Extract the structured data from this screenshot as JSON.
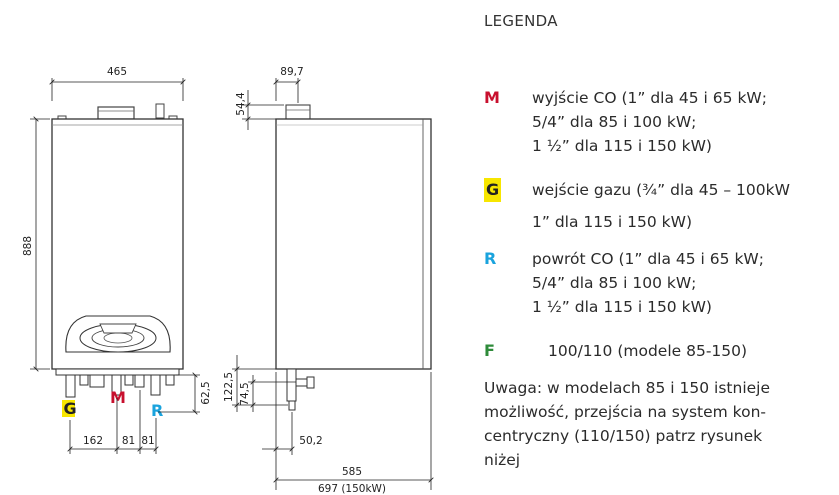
{
  "colors": {
    "m": "#c8102e",
    "g_bg": "#f7e600",
    "r": "#1aa3dd",
    "f": "#2e8b3a",
    "text": "#2b2b2b"
  },
  "front": {
    "width": "465",
    "height": "888",
    "bottom_dims": [
      "162",
      "81",
      "81"
    ],
    "right_dim": "62,5",
    "tags": {
      "g": "G",
      "m": "M",
      "r": "R"
    }
  },
  "side": {
    "top_offset": "89,7",
    "top_height": "54,4",
    "h1": "122,5",
    "h2": "74,5",
    "offset": "50,2",
    "depth": "585",
    "depth_150": "697 (150kW)"
  },
  "legend": {
    "title": "LEGENDA",
    "items": [
      {
        "key": "M",
        "lines": [
          "wyjście CO (1” dla 45 i 65 kW;",
          "5/4” dla 85 i 100 kW;",
          "1 ½” dla 115 i 150 kW)"
        ]
      },
      {
        "key": "G",
        "lines": [
          "wejście gazu (¾” dla 45 – 100kW",
          "1” dla 115 i 150 kW)"
        ]
      },
      {
        "key": "R",
        "lines": [
          "powrót CO (1” dla 45 i 65 kW;",
          "5/4” dla 85 i 100 kW;",
          "1 ½” dla 115 i 150 kW)"
        ]
      },
      {
        "key": "F",
        "lines": [
          "100/110 (modele 85-150)"
        ]
      }
    ],
    "note": [
      "Uwaga: w modelach 85 i 150 istnieje",
      "możliwość, przejścia na system kon-",
      "centryczny  (110/150) patrz rysunek",
      "niżej"
    ]
  }
}
